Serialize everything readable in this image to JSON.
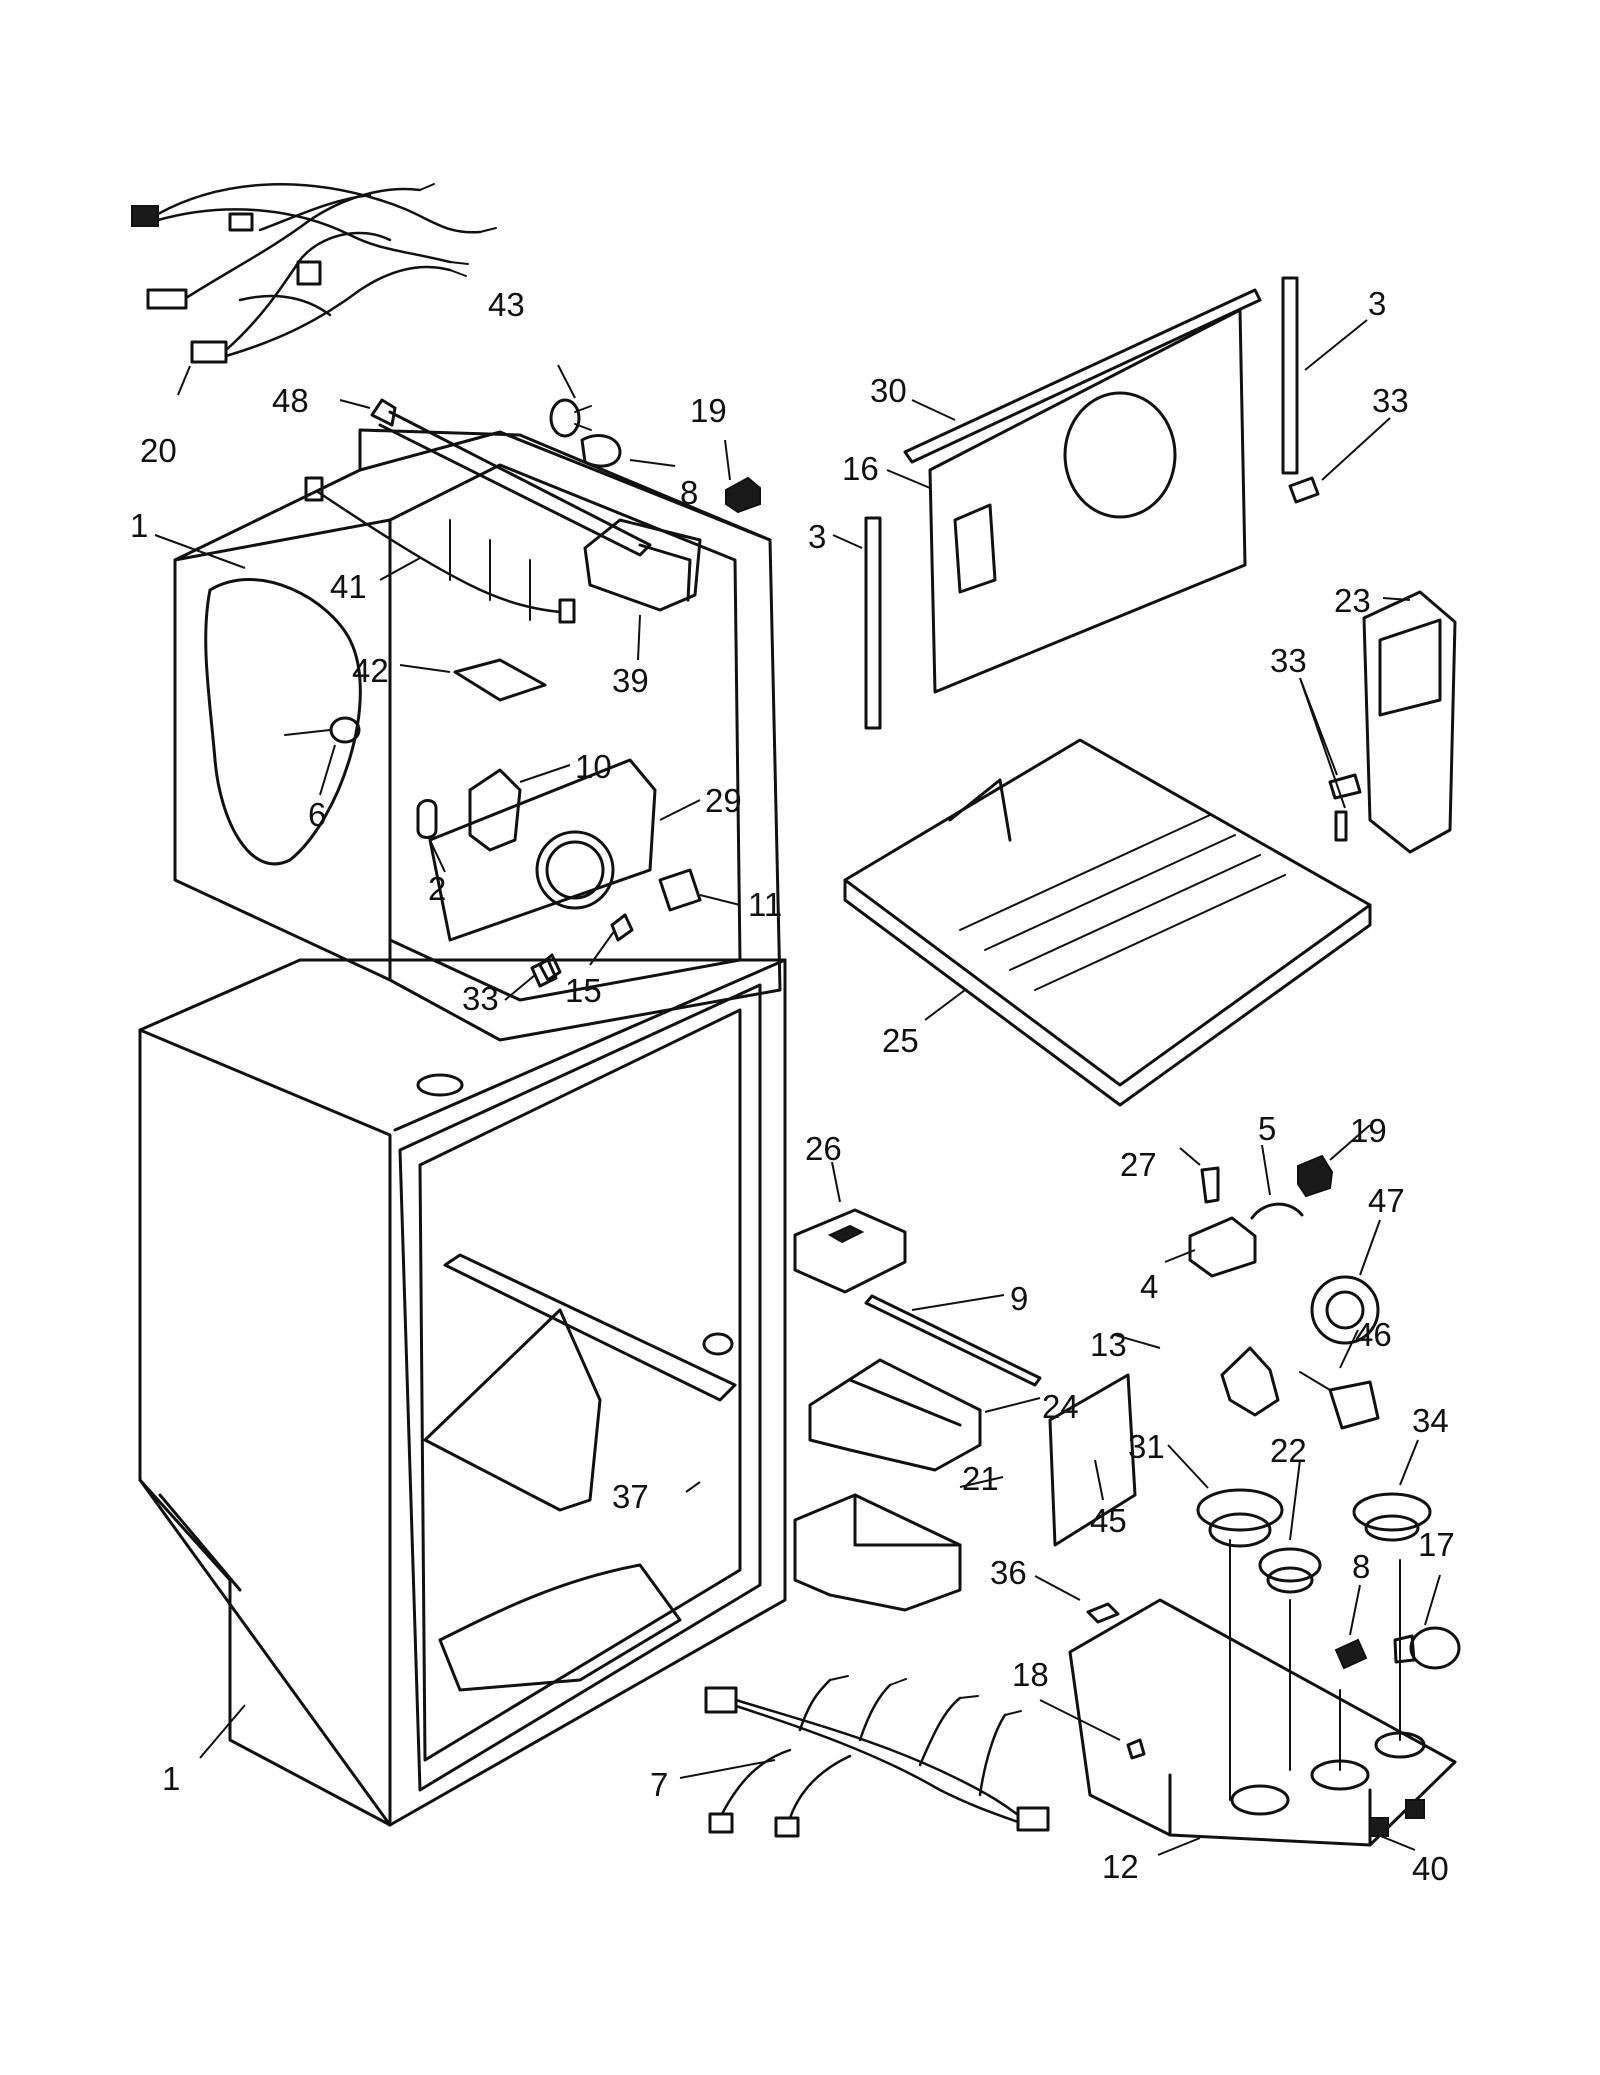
{
  "callouts": [
    {
      "id": "c20",
      "label": "20"
    },
    {
      "id": "c43",
      "label": "43"
    },
    {
      "id": "c48",
      "label": "48"
    },
    {
      "id": "c19a",
      "label": "19"
    },
    {
      "id": "c8a",
      "label": "8"
    },
    {
      "id": "c1a",
      "label": "1"
    },
    {
      "id": "c41",
      "label": "41"
    },
    {
      "id": "c39",
      "label": "39"
    },
    {
      "id": "c42",
      "label": "42"
    },
    {
      "id": "c6",
      "label": "6"
    },
    {
      "id": "c10",
      "label": "10"
    },
    {
      "id": "c29",
      "label": "29"
    },
    {
      "id": "c2",
      "label": "2"
    },
    {
      "id": "c11",
      "label": "11"
    },
    {
      "id": "c15",
      "label": "15"
    },
    {
      "id": "c33a",
      "label": "33"
    },
    {
      "id": "c30",
      "label": "30"
    },
    {
      "id": "c16",
      "label": "16"
    },
    {
      "id": "c3a",
      "label": "3"
    },
    {
      "id": "c3b",
      "label": "3"
    },
    {
      "id": "c33b",
      "label": "33"
    },
    {
      "id": "c23",
      "label": "23"
    },
    {
      "id": "c33c",
      "label": "33"
    },
    {
      "id": "c25",
      "label": "25"
    },
    {
      "id": "c26",
      "label": "26"
    },
    {
      "id": "c27",
      "label": "27"
    },
    {
      "id": "c5",
      "label": "5"
    },
    {
      "id": "c19b",
      "label": "19"
    },
    {
      "id": "c47",
      "label": "47"
    },
    {
      "id": "c4",
      "label": "4"
    },
    {
      "id": "c9",
      "label": "9"
    },
    {
      "id": "c13",
      "label": "13"
    },
    {
      "id": "c46",
      "label": "46"
    },
    {
      "id": "c24",
      "label": "24"
    },
    {
      "id": "c31",
      "label": "31"
    },
    {
      "id": "c34",
      "label": "34"
    },
    {
      "id": "c22",
      "label": "22"
    },
    {
      "id": "c37",
      "label": "37"
    },
    {
      "id": "c21",
      "label": "21"
    },
    {
      "id": "c45",
      "label": "45"
    },
    {
      "id": "c36",
      "label": "36"
    },
    {
      "id": "c8b",
      "label": "8"
    },
    {
      "id": "c17",
      "label": "17"
    },
    {
      "id": "c18",
      "label": "18"
    },
    {
      "id": "c1b",
      "label": "1"
    },
    {
      "id": "c7",
      "label": "7"
    },
    {
      "id": "c12",
      "label": "12"
    },
    {
      "id": "c40",
      "label": "40"
    }
  ]
}
